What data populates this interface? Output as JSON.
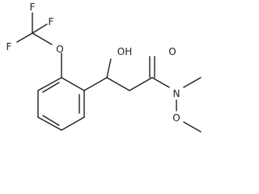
{
  "molecule": {
    "atoms": {
      "f_top": "F",
      "f_left": "F",
      "f_right": "F",
      "o_ether": "O",
      "oh": "OH",
      "o_carbonyl": "O",
      "n_amide": "N",
      "o_methoxy": "O"
    }
  }
}
